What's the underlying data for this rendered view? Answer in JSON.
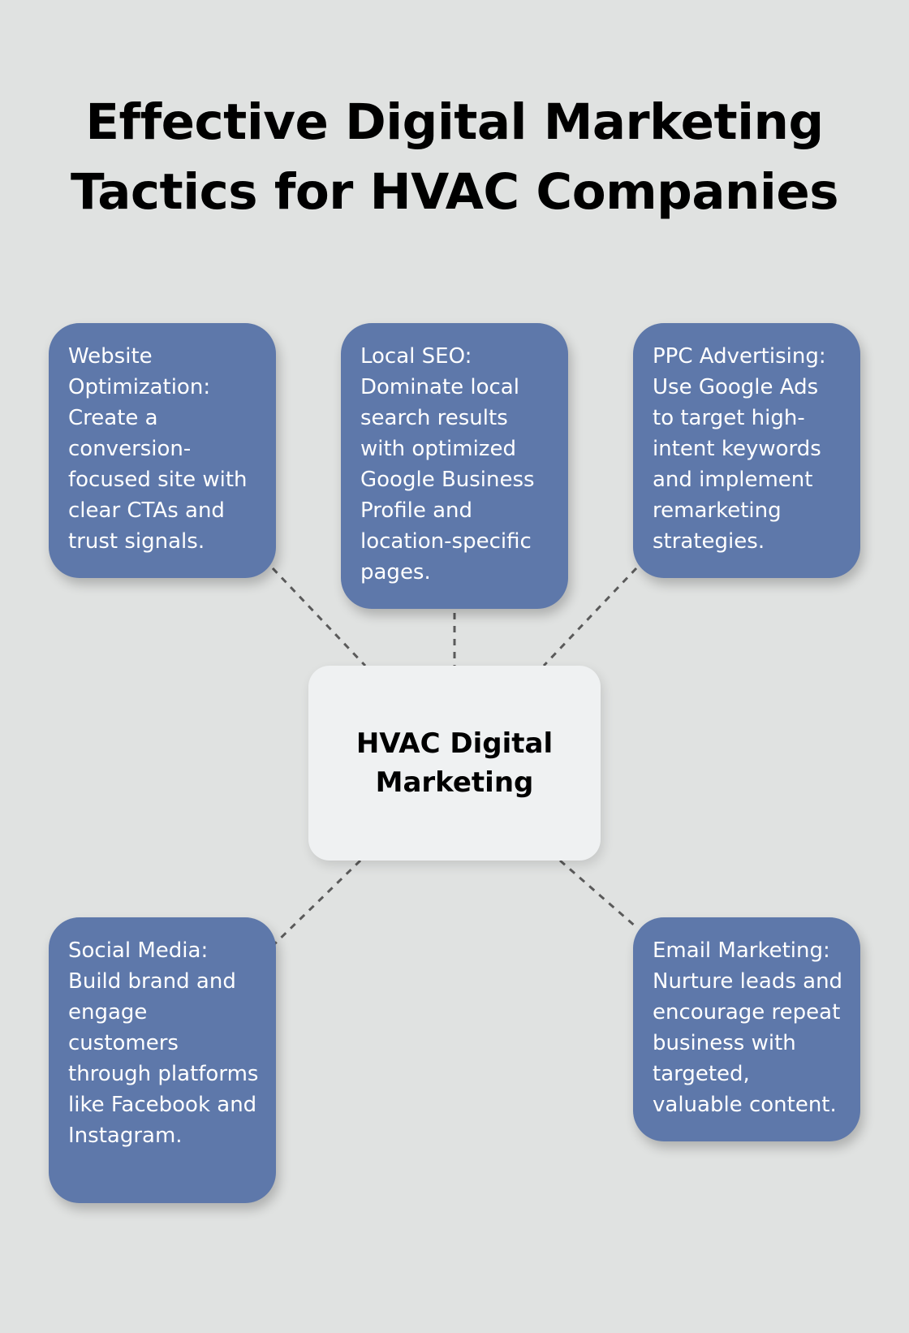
{
  "title": "Effective Digital Marketing Tactics for HVAC Companies",
  "center": {
    "label": "HVAC Digital Marketing"
  },
  "nodes": [
    {
      "text": "Website Optimization: Create a conversion-focused site with clear CTAs and trust signals."
    },
    {
      "text": "Local SEO: Dominate local search results with optimized Google Business Profile and location-specific pages."
    },
    {
      "text": "PPC Advertising: Use Google Ads to target high-intent keywords and implement remarketing strategies."
    },
    {
      "text": "Social Media: Build brand and engage customers through platforms like Facebook and Instagram."
    },
    {
      "text": "Email Marketing: Nurture leads and encourage repeat business with targeted, valuable content."
    }
  ],
  "colors": {
    "background": "#e0e2e1",
    "node_fill": "#5e78aa",
    "center_fill": "#eff1f2",
    "connector": "#5a5a5a"
  }
}
